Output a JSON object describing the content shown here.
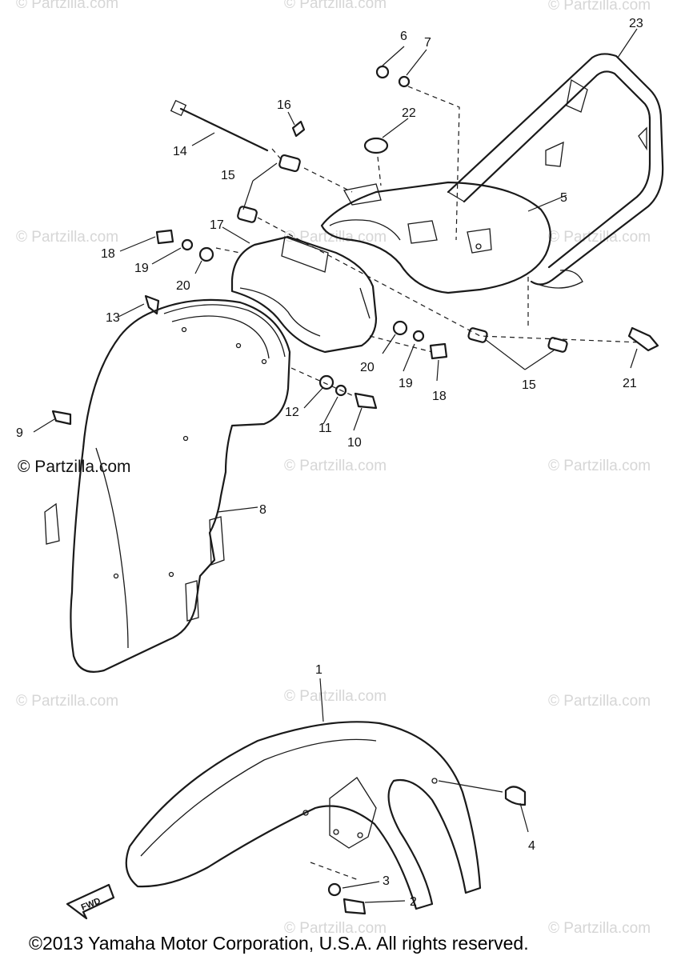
{
  "watermark": "© Partzilla.com",
  "watermark_dark": "© Partzilla.com",
  "copyright": "©2013  Yamaha Motor Corporation, U.S.A. All rights reserved.",
  "callouts": {
    "c1": "1",
    "c2": "2",
    "c3": "3",
    "c4": "4",
    "c5": "5",
    "c6": "6",
    "c7": "7",
    "c8": "8",
    "c9": "9",
    "c10": "10",
    "c11": "11",
    "c12": "12",
    "c13": "13",
    "c14": "14",
    "c15a": "15",
    "c15b": "15",
    "c16": "16",
    "c17": "17",
    "c18a": "18",
    "c18b": "18",
    "c19a": "19",
    "c19b": "19",
    "c20a": "20",
    "c20b": "20",
    "c21": "21",
    "c22": "22",
    "c23": "23"
  },
  "fwd_label": "FWD"
}
